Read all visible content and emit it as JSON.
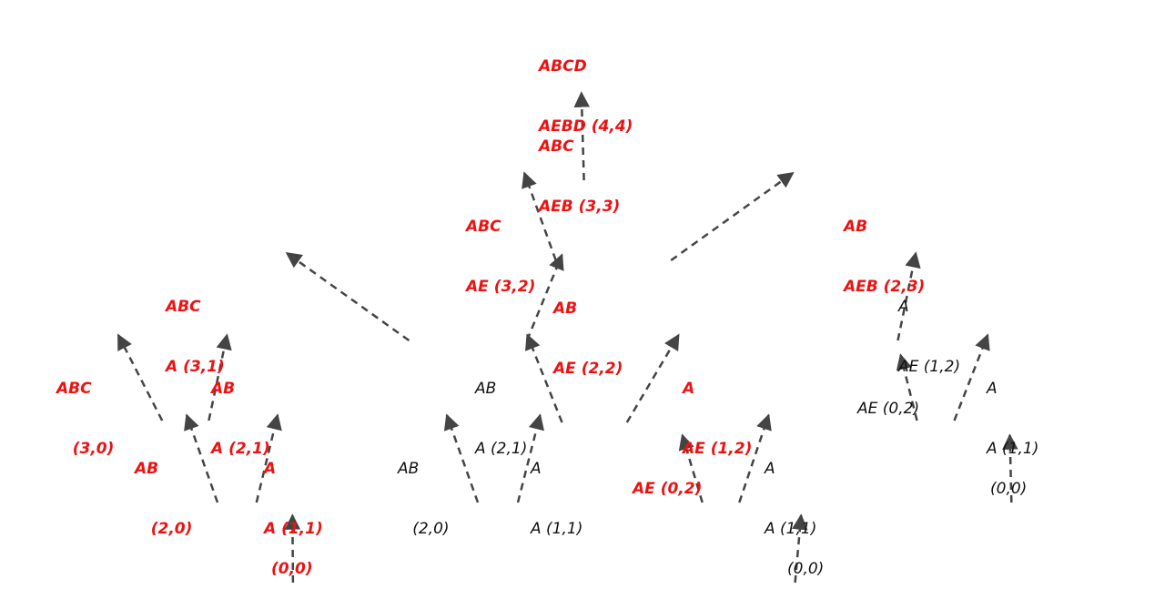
{
  "colors": {
    "highlight": "#ee1111",
    "normal": "#111111",
    "edge": "#444444"
  },
  "nodes": {
    "n0": {
      "lines": [
        "ABCD",
        "AEBD (4,4)"
      ],
      "highlighted": true
    },
    "n1": {
      "lines": [
        "ABC",
        "AEB (3,3)"
      ],
      "highlighted": true
    },
    "n2": {
      "lines": [
        "ABC",
        "AE (3,2)"
      ],
      "highlighted": true
    },
    "n3": {
      "lines": [
        "AB",
        "AEB (2,3)"
      ],
      "highlighted": true
    },
    "n4": {
      "lines": [
        "ABC",
        "A (3,1)"
      ],
      "highlighted": true
    },
    "n5": {
      "lines": [
        "AB",
        "AE (2,2)"
      ],
      "highlighted": true
    },
    "n6": {
      "lines": [
        "A",
        "AE (1,2)"
      ],
      "highlighted": false
    },
    "n7": {
      "lines": [
        "ABC",
        "   (3,0)"
      ],
      "highlighted": true
    },
    "n8": {
      "lines": [
        "AB",
        "A (2,1)"
      ],
      "highlighted": true
    },
    "n9": {
      "lines": [
        "AB",
        "A (2,1)"
      ],
      "highlighted": false
    },
    "n10": {
      "lines": [
        "A",
        "AE (1,2)"
      ],
      "highlighted": true
    },
    "n11": {
      "lines": [
        "AE (0,2)"
      ],
      "highlighted": false
    },
    "n12": {
      "lines": [
        "A",
        "A (1,1)"
      ],
      "highlighted": false
    },
    "n13": {
      "lines": [
        "AB",
        "   (2,0)"
      ],
      "highlighted": true
    },
    "n14": {
      "lines": [
        "A",
        "A (1,1)"
      ],
      "highlighted": true
    },
    "n15": {
      "lines": [
        "AB",
        "   (2,0)"
      ],
      "highlighted": false
    },
    "n16": {
      "lines": [
        "A",
        "A (1,1)"
      ],
      "highlighted": false
    },
    "n17": {
      "lines": [
        "AE (0,2)"
      ],
      "highlighted": true
    },
    "n18": {
      "lines": [
        "A",
        "A (1,1)"
      ],
      "highlighted": false
    },
    "n19": {
      "lines": [
        "(0,0)"
      ],
      "highlighted": false
    },
    "n20": {
      "lines": [
        "(0,0)"
      ],
      "highlighted": true
    },
    "n21": {
      "lines": [
        "(0,0)"
      ],
      "highlighted": false
    }
  },
  "edges": [
    [
      "n0",
      "n1"
    ],
    [
      "n1",
      "n2"
    ],
    [
      "n1",
      "n3"
    ],
    [
      "n2",
      "n4"
    ],
    [
      "n2",
      "n5"
    ],
    [
      "n3",
      "n6"
    ],
    [
      "n4",
      "n7"
    ],
    [
      "n4",
      "n8"
    ],
    [
      "n5",
      "n9"
    ],
    [
      "n5",
      "n10"
    ],
    [
      "n6",
      "n11"
    ],
    [
      "n6",
      "n12"
    ],
    [
      "n8",
      "n13"
    ],
    [
      "n8",
      "n14"
    ],
    [
      "n9",
      "n15"
    ],
    [
      "n9",
      "n16"
    ],
    [
      "n10",
      "n17"
    ],
    [
      "n10",
      "n18"
    ],
    [
      "n12",
      "n19"
    ],
    [
      "n14",
      "n20"
    ],
    [
      "n18",
      "n21"
    ]
  ]
}
